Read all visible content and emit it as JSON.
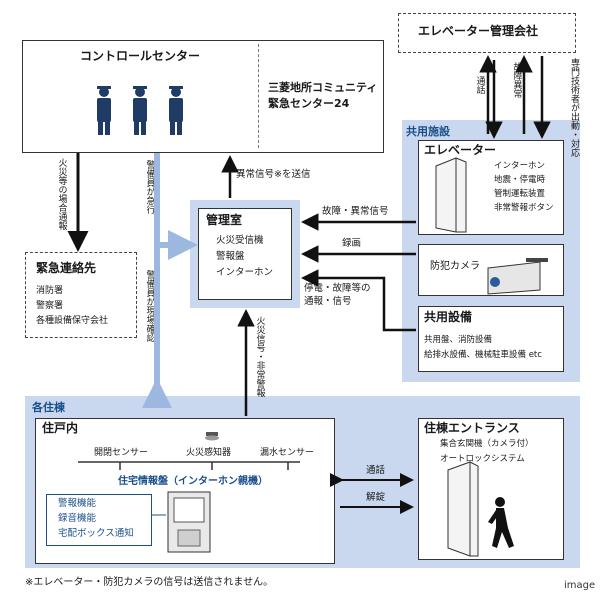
{
  "control_center": {
    "title": "コントロールセンター",
    "name_line1": "三菱地所コミュニティ",
    "name_line2": "緊急センター24"
  },
  "elevator_company": {
    "title": "エレベーター管理会社"
  },
  "shared_facilities": {
    "band_label": "共用施設",
    "elevator": {
      "title": "エレベーター",
      "items": [
        "インターホン",
        "地震・停電時",
        "管制運転装置",
        "非常警報ボタン"
      ]
    },
    "camera": {
      "title": "防犯カメラ"
    },
    "equipment": {
      "title": "共用設備",
      "line1": "共用盤、消防設備",
      "line2": "給排水設備、機械駐車設備 etc"
    }
  },
  "control_room": {
    "title": "管理室",
    "items": [
      "火災受信機",
      "警報盤",
      "インターホン"
    ]
  },
  "emergency_contacts": {
    "title": "緊急連絡先",
    "items": [
      "消防署",
      "警察署",
      "各種設備保守会社"
    ]
  },
  "residential": {
    "band_label": "各住棟",
    "unit": {
      "title": "住戸内",
      "sensors": [
        "開閉センサー",
        "火災感知器",
        "漏水センサー"
      ],
      "panel_label": "住宅情報盤（インターホン親機）",
      "functions": [
        "警報機能",
        "録音機能",
        "宅配ボックス通知"
      ]
    },
    "entrance": {
      "title": "住棟エントランス",
      "line1": "集合玄関機（カメラ付）",
      "line2": "オートロックシステム"
    }
  },
  "flows": {
    "fire_report": "火災等の場合通報",
    "guard_rush": "警備員が急行",
    "guard_check": "警備員が現場確認",
    "abnormal_send": "異常信号※を送信",
    "call": "通話",
    "fault": "故障異常",
    "dispatch": "専門技術者が出動・対応",
    "elev_fault": "故障・異常信号",
    "recording": "録画",
    "power_fault": "停電・故障等の",
    "report_signal": "通報・信号",
    "fire_signal": "火災信号・非常警報",
    "intercom": "通話",
    "unlock": "解錠"
  },
  "footnote": "※エレベーター・防犯カメラの信号は送信されません。",
  "watermark": "image",
  "colors": {
    "band": "#c9d8ef",
    "arrow_blue": "#9db8e0",
    "band_label": "#1b4f8a",
    "guard": "#1f3c66"
  }
}
